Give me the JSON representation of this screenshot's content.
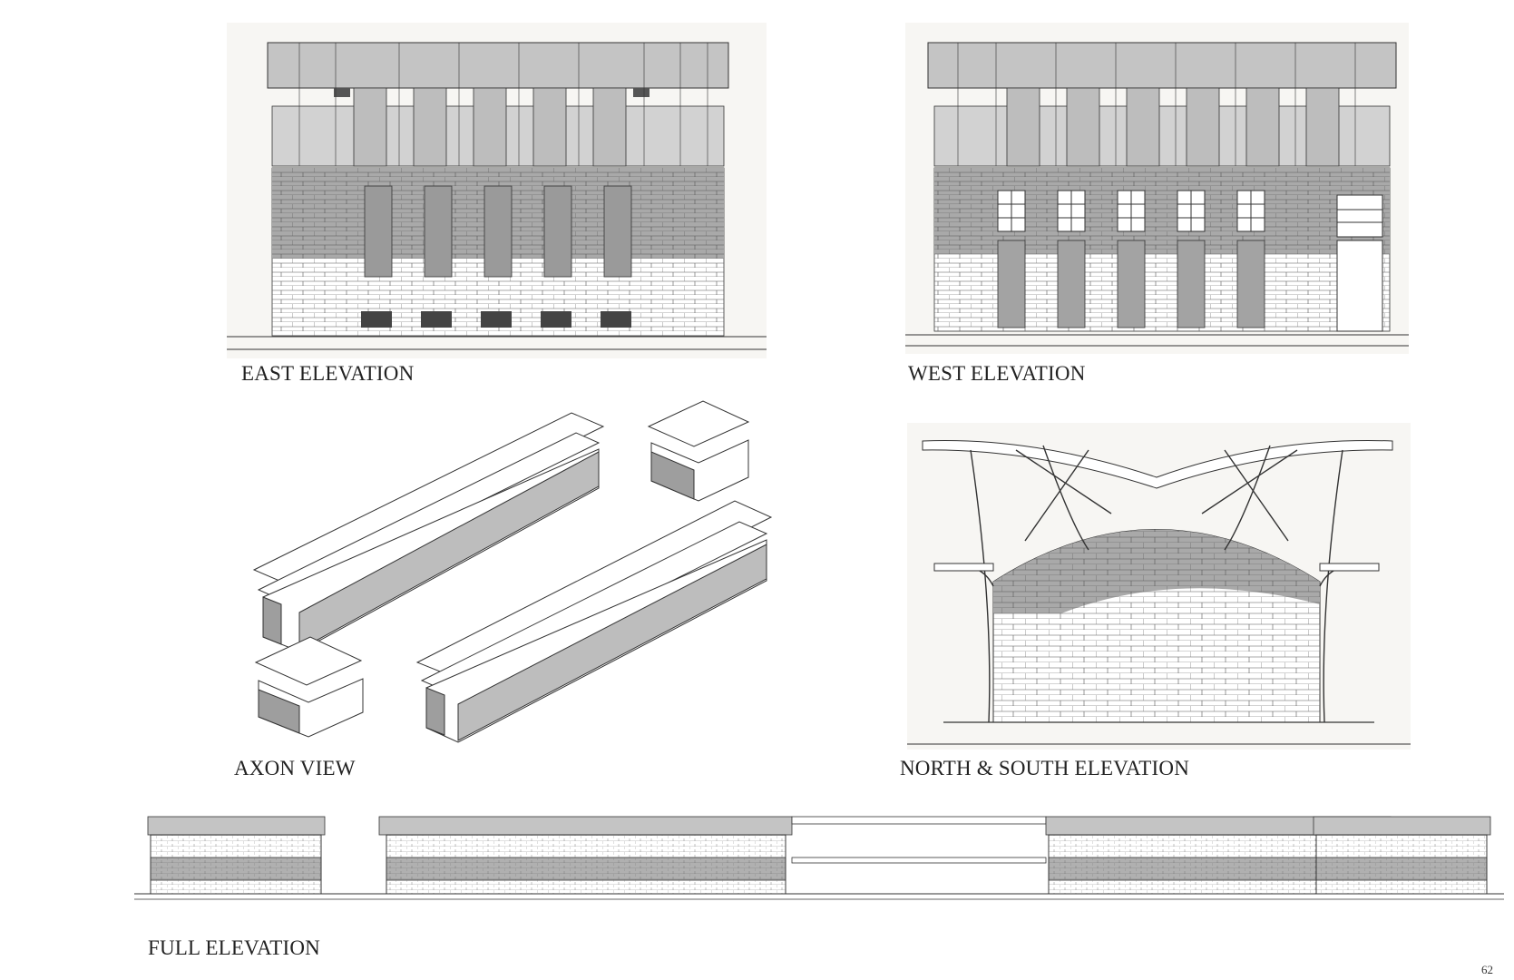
{
  "labels": {
    "east": "EAST ELEVATION",
    "west": "WEST ELEVATION",
    "axon": "AXON VIEW",
    "north_south": "NORTH & SOUTH ELEVATION",
    "full": "FULL ELEVATION"
  },
  "page_number": "62",
  "colors": {
    "wall_gray": "#a9a9a9",
    "roof_gray": "#c4c4c4",
    "line": "#333333",
    "paper": "#f6f5f2"
  }
}
